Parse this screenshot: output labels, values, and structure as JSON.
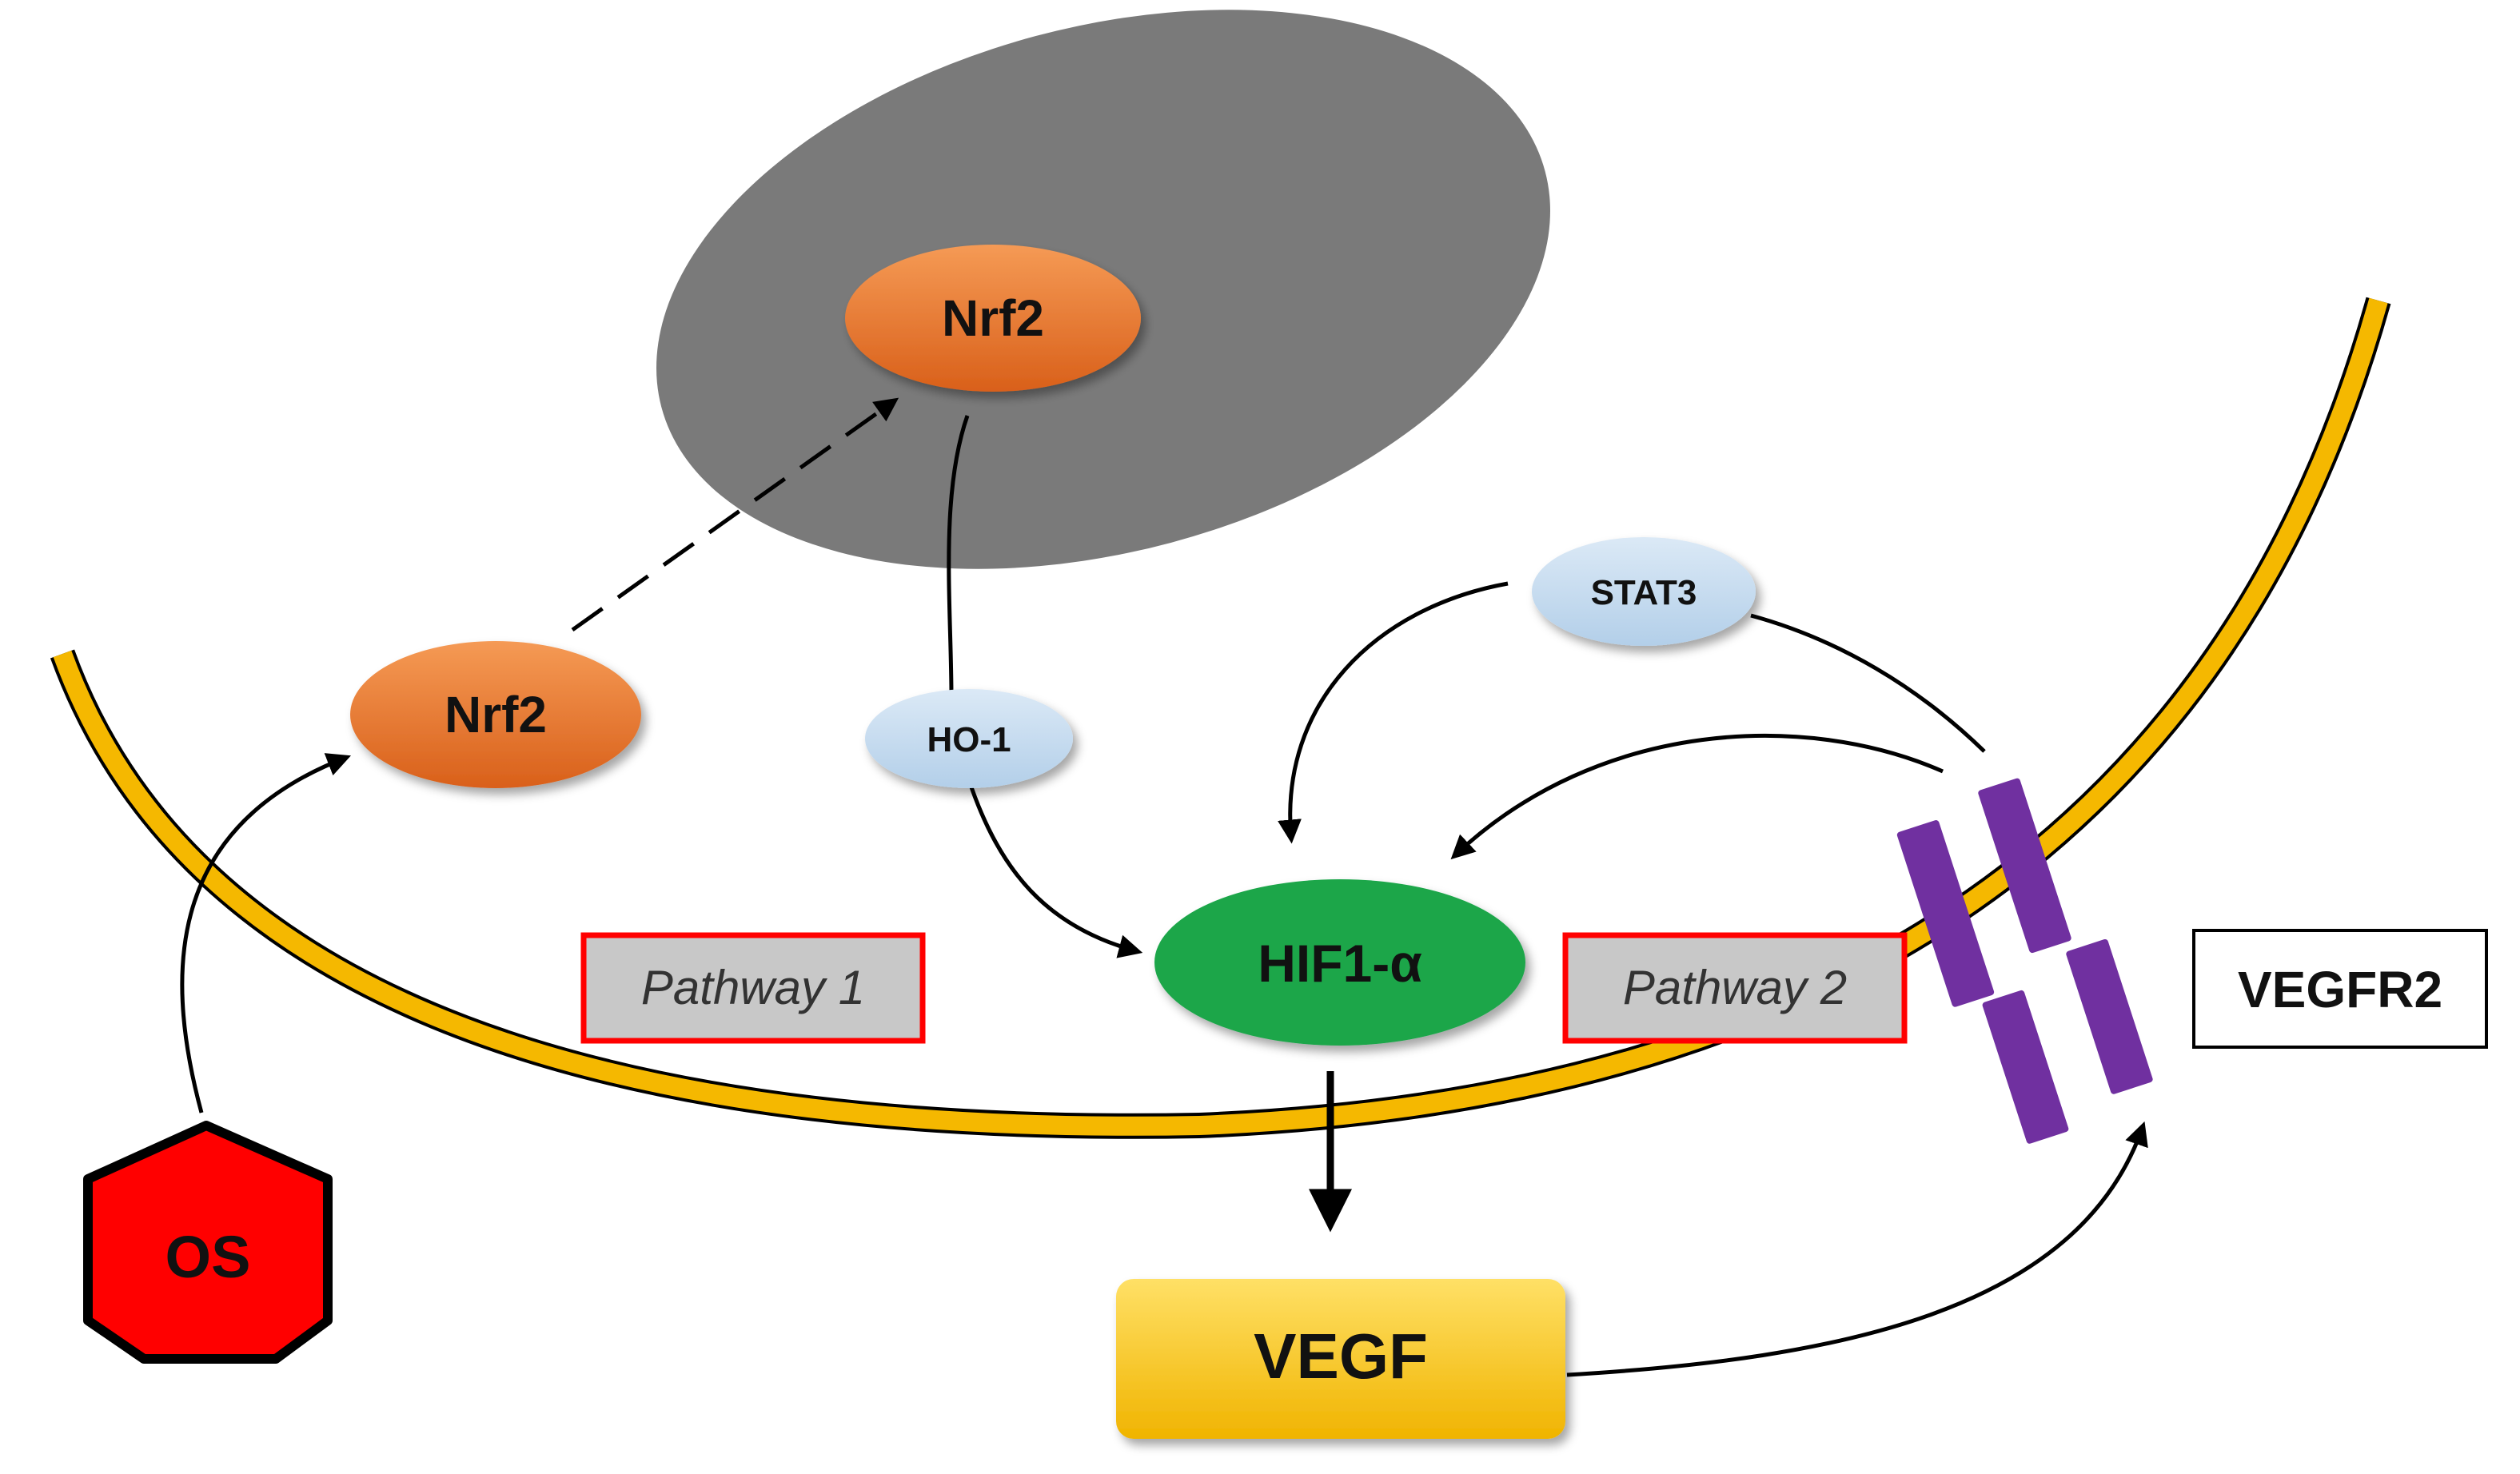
{
  "diagram": {
    "nodes": {
      "nrf2_nucleus": "Nrf2",
      "nrf2_cytoplasm": "Nrf2",
      "ho1": "HO-1",
      "stat3": "STAT3",
      "hif1a": "HIF1-α",
      "vegf": "VEGF",
      "vegfr2": "VEGFR2",
      "os": "OS",
      "pathway1": "Pathway 1",
      "pathway2": "Pathway 2"
    },
    "edges": [
      {
        "from": "os",
        "to": "nrf2_cytoplasm",
        "style": "solid",
        "head": "arrow"
      },
      {
        "from": "nrf2_cytoplasm",
        "to": "nrf2_nucleus",
        "style": "dashed",
        "head": "arrow"
      },
      {
        "from": "nrf2_nucleus",
        "to": "ho1",
        "style": "solid",
        "head": "none"
      },
      {
        "from": "ho1",
        "to": "hif1a",
        "style": "solid",
        "head": "arrow"
      },
      {
        "from": "stat3",
        "to": "hif1a",
        "style": "solid",
        "head": "arrow"
      },
      {
        "from": "vegfr2",
        "to": "stat3",
        "style": "solid",
        "head": "none"
      },
      {
        "from": "vegfr2",
        "to": "hif1a",
        "style": "solid",
        "head": "arrow"
      },
      {
        "from": "hif1a",
        "to": "vegf",
        "style": "thick",
        "head": "arrow"
      },
      {
        "from": "vegf",
        "to": "vegfr2",
        "style": "solid",
        "head": "arrow"
      }
    ],
    "colors": {
      "nucleus": "#7a7a7a",
      "membrane": "#f5b800",
      "nrf2": "#ec7a2c",
      "light_blue_node": "#c5dbef",
      "hif1a": "#1aa64a",
      "vegf": "#f6c200",
      "receptor": "#7030a0",
      "os": "#ff0000",
      "pathway_box_fill": "#c8c8c8",
      "pathway_box_border": "#ff0000"
    }
  }
}
